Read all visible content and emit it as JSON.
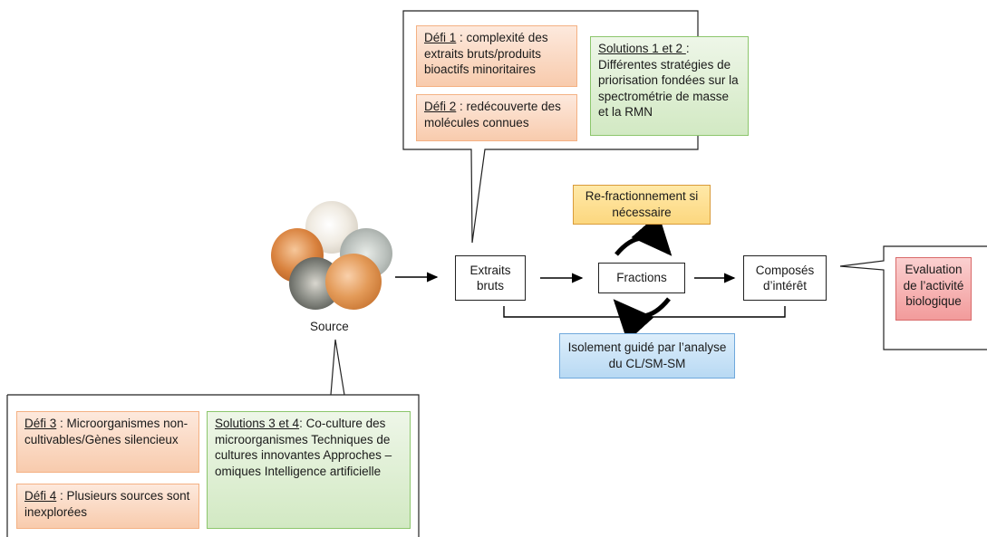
{
  "source_label": "Source",
  "flow": {
    "extraits": "Extraits bruts",
    "fractions": "Fractions",
    "composes": "Composés d’intérêt"
  },
  "refractionnement": "Re-fractionnement si nécessaire",
  "isolement": "Isolement guidé par l’analyse du CL/SM-SM",
  "evaluation": "Evaluation de l’activité biologique",
  "top_callout": {
    "defi1": {
      "label": "Défi 1",
      "text": " : complexité des extraits bruts/produits bioactifs minoritaires"
    },
    "defi2": {
      "label": "Défi 2",
      "text": " : redécouverte des molécules connues"
    },
    "solutions12": {
      "label": "Solutions 1  et 2 ",
      "text": ": Différentes stratégies de priorisation fondées sur la spectrométrie de masse et la RMN"
    }
  },
  "bottom_callout": {
    "defi3": {
      "label": "Défi 3",
      "text": " : Microorganismes non-cultivables/Gènes silencieux"
    },
    "defi4": {
      "label": "Défi 4",
      "text": " : Plusieurs sources sont inexplorées"
    },
    "solutions34": {
      "label": "Solutions 3 et 4",
      "text": ": Co-culture des microorganismes Techniques de cultures innovantes Approches – omiques Intelligence artificielle"
    }
  },
  "colors": {
    "orange_fill": "#f8cbad",
    "green_fill": "#d2e9c3",
    "blue_fill": "#bdd7ee",
    "red_fill": "#f4a0a0",
    "amber_fill": "#ffd966"
  }
}
